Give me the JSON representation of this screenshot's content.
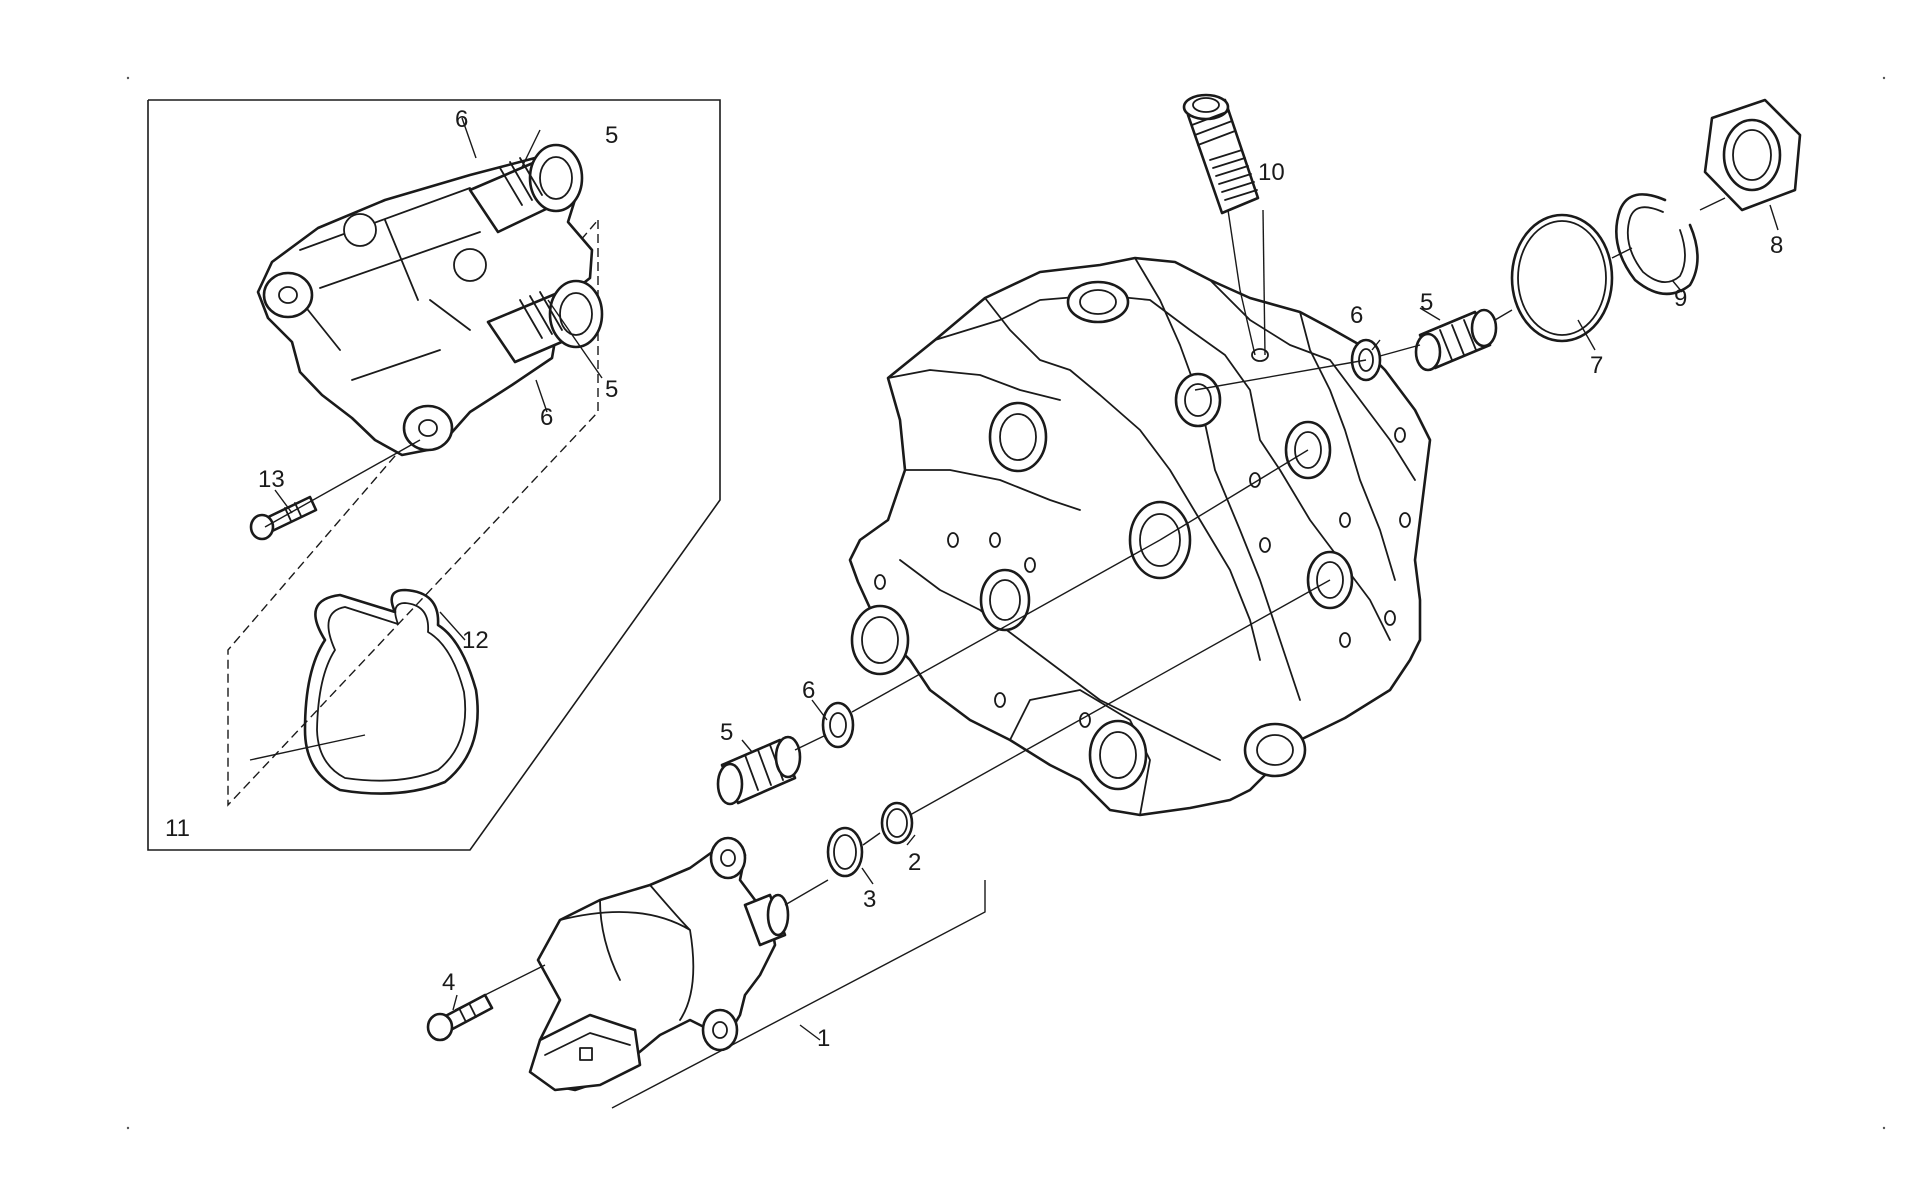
{
  "diagram": {
    "labels": {
      "p1": "1",
      "p2": "2",
      "p3": "3",
      "p4": "4",
      "p5a": "5",
      "p5b": "5",
      "p5c": "5",
      "p5d": "5",
      "p6a": "6",
      "p6b": "6",
      "p6c": "6",
      "p6d": "6",
      "p7": "7",
      "p8": "8",
      "p9": "9",
      "p10": "10",
      "p11": "11",
      "p12": "12",
      "p13": "13"
    }
  }
}
